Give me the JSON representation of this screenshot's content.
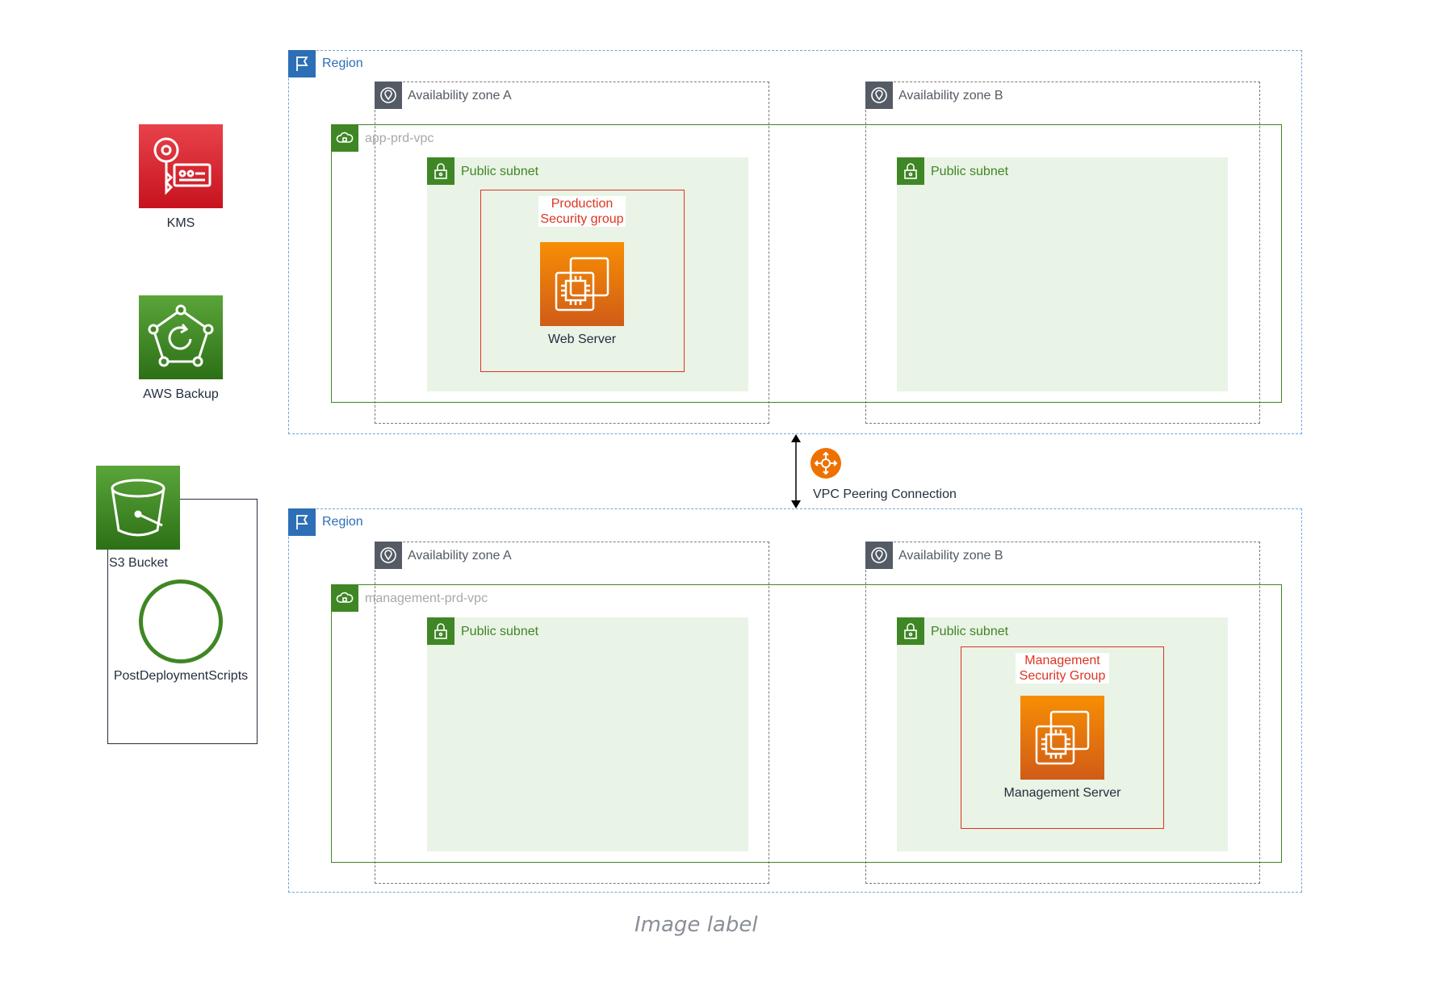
{
  "colors": {
    "region": "#6fa8dc",
    "vpc": "#3f8624",
    "subnet_fill": "#e9f3e6",
    "security_group": "#dd3522",
    "ec2": "#ed7100",
    "kms": "#dd3522",
    "backup": "#3f8624",
    "s3": "#3f8624"
  },
  "left_services": {
    "kms": {
      "label": "KMS",
      "icon": "kms-key-icon"
    },
    "backup": {
      "label": "AWS Backup",
      "icon": "backup-icon"
    },
    "s3": {
      "label": "S3 Bucket",
      "icon": "s3-bucket-icon"
    },
    "scripts": {
      "label": "PostDeploymentScripts",
      "icon": "circle-icon"
    }
  },
  "top_region": {
    "label": "Region",
    "az_a": "Availability zone A",
    "az_b": "Availability zone B",
    "vpc": "app-prd-vpc",
    "subnet_a": "Public subnet",
    "subnet_b": "Public subnet",
    "security_group": {
      "line1": "Production",
      "line2": "Security group"
    },
    "server": "Web Server"
  },
  "peering": {
    "label": "VPC Peering Connection",
    "icon": "vpc-peering-icon"
  },
  "bottom_region": {
    "label": "Region",
    "az_a": "Availability zone A",
    "az_b": "Availability zone B",
    "vpc": "management-prd-vpc",
    "subnet_a": "Public subnet",
    "subnet_b": "Public subnet",
    "security_group": {
      "line1": "Management",
      "line2": "Security Group"
    },
    "server": "Management Server"
  },
  "caption": "Image label"
}
